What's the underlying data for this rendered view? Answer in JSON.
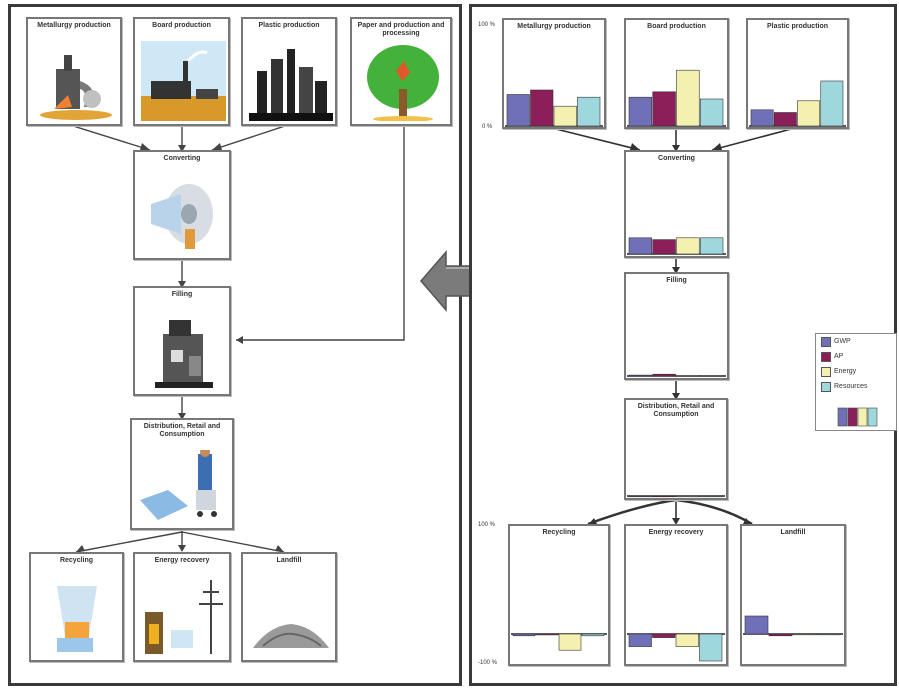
{
  "left": {
    "sources": [
      {
        "label": "Metallurgy production"
      },
      {
        "label": "Board production"
      },
      {
        "label": "Plastic production"
      },
      {
        "label": "Paper and production and processing"
      }
    ],
    "steps": [
      {
        "label": "Converting"
      },
      {
        "label": "Filling"
      },
      {
        "label": "Distribution, Retail and Consumption"
      }
    ],
    "end": [
      {
        "label": "Recycling"
      },
      {
        "label": "Energy recovery"
      },
      {
        "label": "Landfill"
      }
    ]
  },
  "right": {
    "sources": [
      {
        "label": "Metallurgy production"
      },
      {
        "label": "Board production"
      },
      {
        "label": "Plastic production"
      }
    ],
    "steps": [
      {
        "label": "Converting"
      },
      {
        "label": "Filling"
      },
      {
        "label": "Distribution, Retail and Consumption"
      }
    ],
    "end": [
      {
        "label": "Recycling"
      },
      {
        "label": "Energy recovery"
      },
      {
        "label": "Landfill"
      }
    ],
    "axis_top_label": "100 %",
    "axis_zero_label": "0 %",
    "axis_bottom_label": "100 %",
    "axis_bottom_neg_label": "-100 %"
  },
  "legend": {
    "items": [
      {
        "label": "GWP",
        "color": "#7070b8"
      },
      {
        "label": "AP",
        "color": "#8a1f5a"
      },
      {
        "label": "Energy",
        "color": "#f3f0b0"
      },
      {
        "label": "Resources",
        "color": "#9ed8dc"
      }
    ]
  },
  "chart_data": {
    "type": "bar",
    "categories": [
      "GWP",
      "AP",
      "Energy",
      "Resources"
    ],
    "series": [
      {
        "values": [
          35,
          40,
          22,
          32
        ]
      },
      {
        "values": [
          32,
          38,
          62,
          30
        ]
      },
      {
        "values": [
          18,
          15,
          28,
          50
        ]
      },
      {
        "values": [
          18,
          16,
          18,
          18
        ]
      },
      {
        "values": [
          1,
          2,
          0.5,
          0.5
        ]
      },
      {
        "values": [
          0,
          0,
          0,
          0
        ]
      },
      {
        "values": [
          -2,
          -1,
          -18,
          -2
        ]
      },
      {
        "values": [
          -14,
          -4,
          -14,
          -30
        ]
      },
      {
        "values": [
          20,
          -2,
          0,
          0
        ]
      }
    ]
  }
}
